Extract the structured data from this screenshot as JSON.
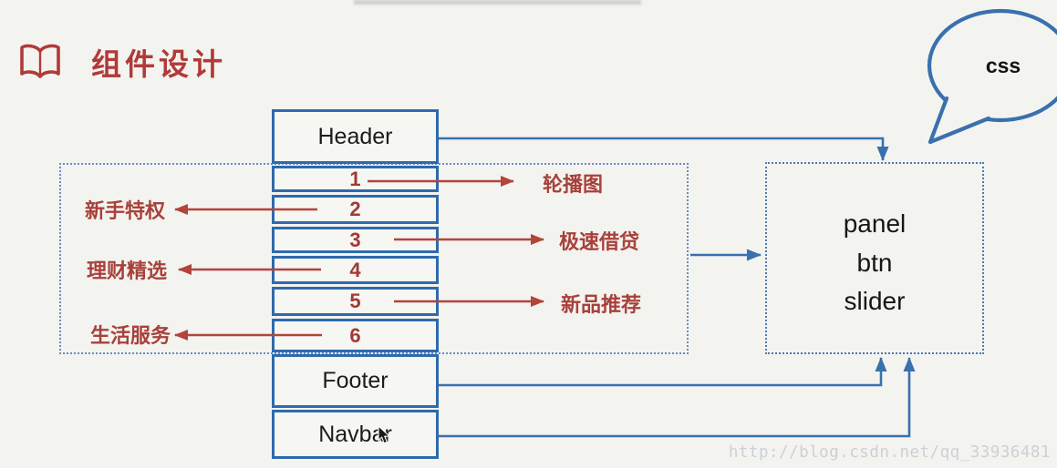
{
  "title": "组件设计",
  "stack": {
    "header": "Header",
    "rows": [
      "1",
      "2",
      "3",
      "4",
      "5",
      "6"
    ],
    "footer": "Footer",
    "navbar": "Navbar"
  },
  "left_labels": [
    "新手特权",
    "理财精选",
    "生活服务"
  ],
  "right_labels": [
    "轮播图",
    "极速借贷",
    "新品推荐"
  ],
  "panel_box": {
    "items": [
      "panel",
      "btn",
      "slider"
    ]
  },
  "bubble": "css",
  "watermark": "http://blog.csdn.net/qq_33936481",
  "colors": {
    "blue": "#3a70ae",
    "red": "#b2443a",
    "title_red": "#b13a38",
    "background": "#f3f3f0",
    "text_dark": "#1c1c1c",
    "watermark_gray": "#ccd1d5"
  }
}
